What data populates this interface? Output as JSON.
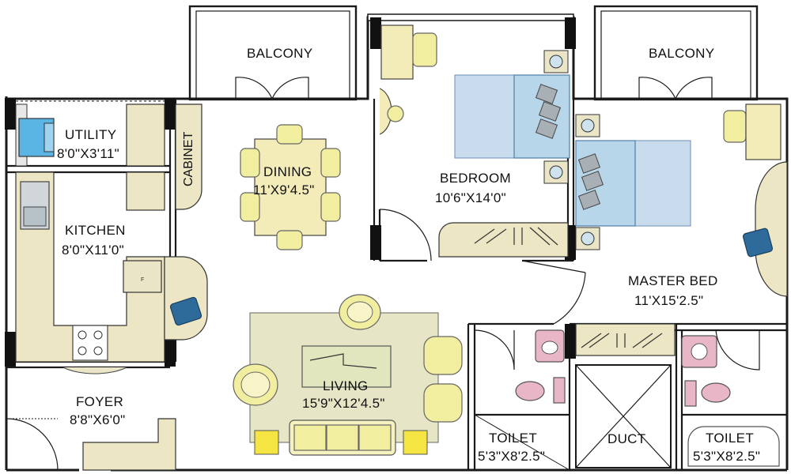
{
  "rooms": {
    "balcony_left": {
      "name": "BALCONY"
    },
    "balcony_right": {
      "name": "BALCONY"
    },
    "utility": {
      "name": "UTILITY",
      "size": "8'0\"X3'11\""
    },
    "cabinet": {
      "name": "CABINET"
    },
    "dining": {
      "name": "DINING",
      "size": "11'X9'4.5\""
    },
    "bedroom": {
      "name": "BEDROOM",
      "size": "10'6\"X14'0\""
    },
    "kitchen": {
      "name": "KITCHEN",
      "size": "8'0\"X11'0\""
    },
    "master_bed": {
      "name": "MASTER BED",
      "size": "11'X15'2.5\""
    },
    "foyer": {
      "name": "FOYER",
      "size": "8'8\"X6'0\""
    },
    "living": {
      "name": "LIVING",
      "size": "15'9\"X12'4.5\""
    },
    "toilet_left": {
      "name": "TOILET",
      "size": "5'3\"X8'2.5\""
    },
    "duct": {
      "name": "DUCT"
    },
    "toilet_right": {
      "name": "TOILET",
      "size": "5'3\"X8'2.5\""
    }
  },
  "fridge_mark": "F",
  "colors": {
    "wall": "#1a1a1a",
    "counter": "#ece6c4",
    "furniture": "#f3ecb8",
    "bed": "#b8d6ea",
    "sanitary": "#e8b6c6",
    "accent_chair": "#2e6a9a",
    "cushion": "#f5e542"
  }
}
